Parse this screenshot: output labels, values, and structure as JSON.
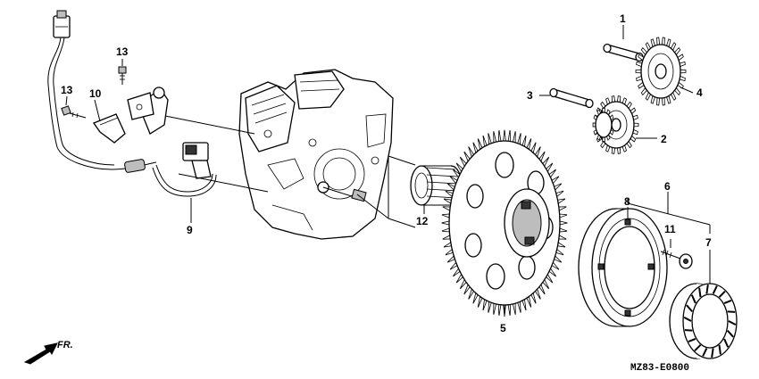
{
  "callouts": {
    "c1": "1",
    "c2": "2",
    "c3": "3",
    "c4": "4",
    "c5": "5",
    "c6": "6",
    "c7": "7",
    "c8": "8",
    "c9": "9",
    "c10": "10",
    "c11": "11",
    "c12": "12",
    "c13a": "13",
    "c13b": "13"
  },
  "direction_label": "FR.",
  "diagram_code": "MZ83-E0800",
  "colors": {
    "line": "#000000",
    "background": "#ffffff",
    "shade": "#bdbdbd"
  },
  "icons": [
    "front-arrow-icon"
  ]
}
